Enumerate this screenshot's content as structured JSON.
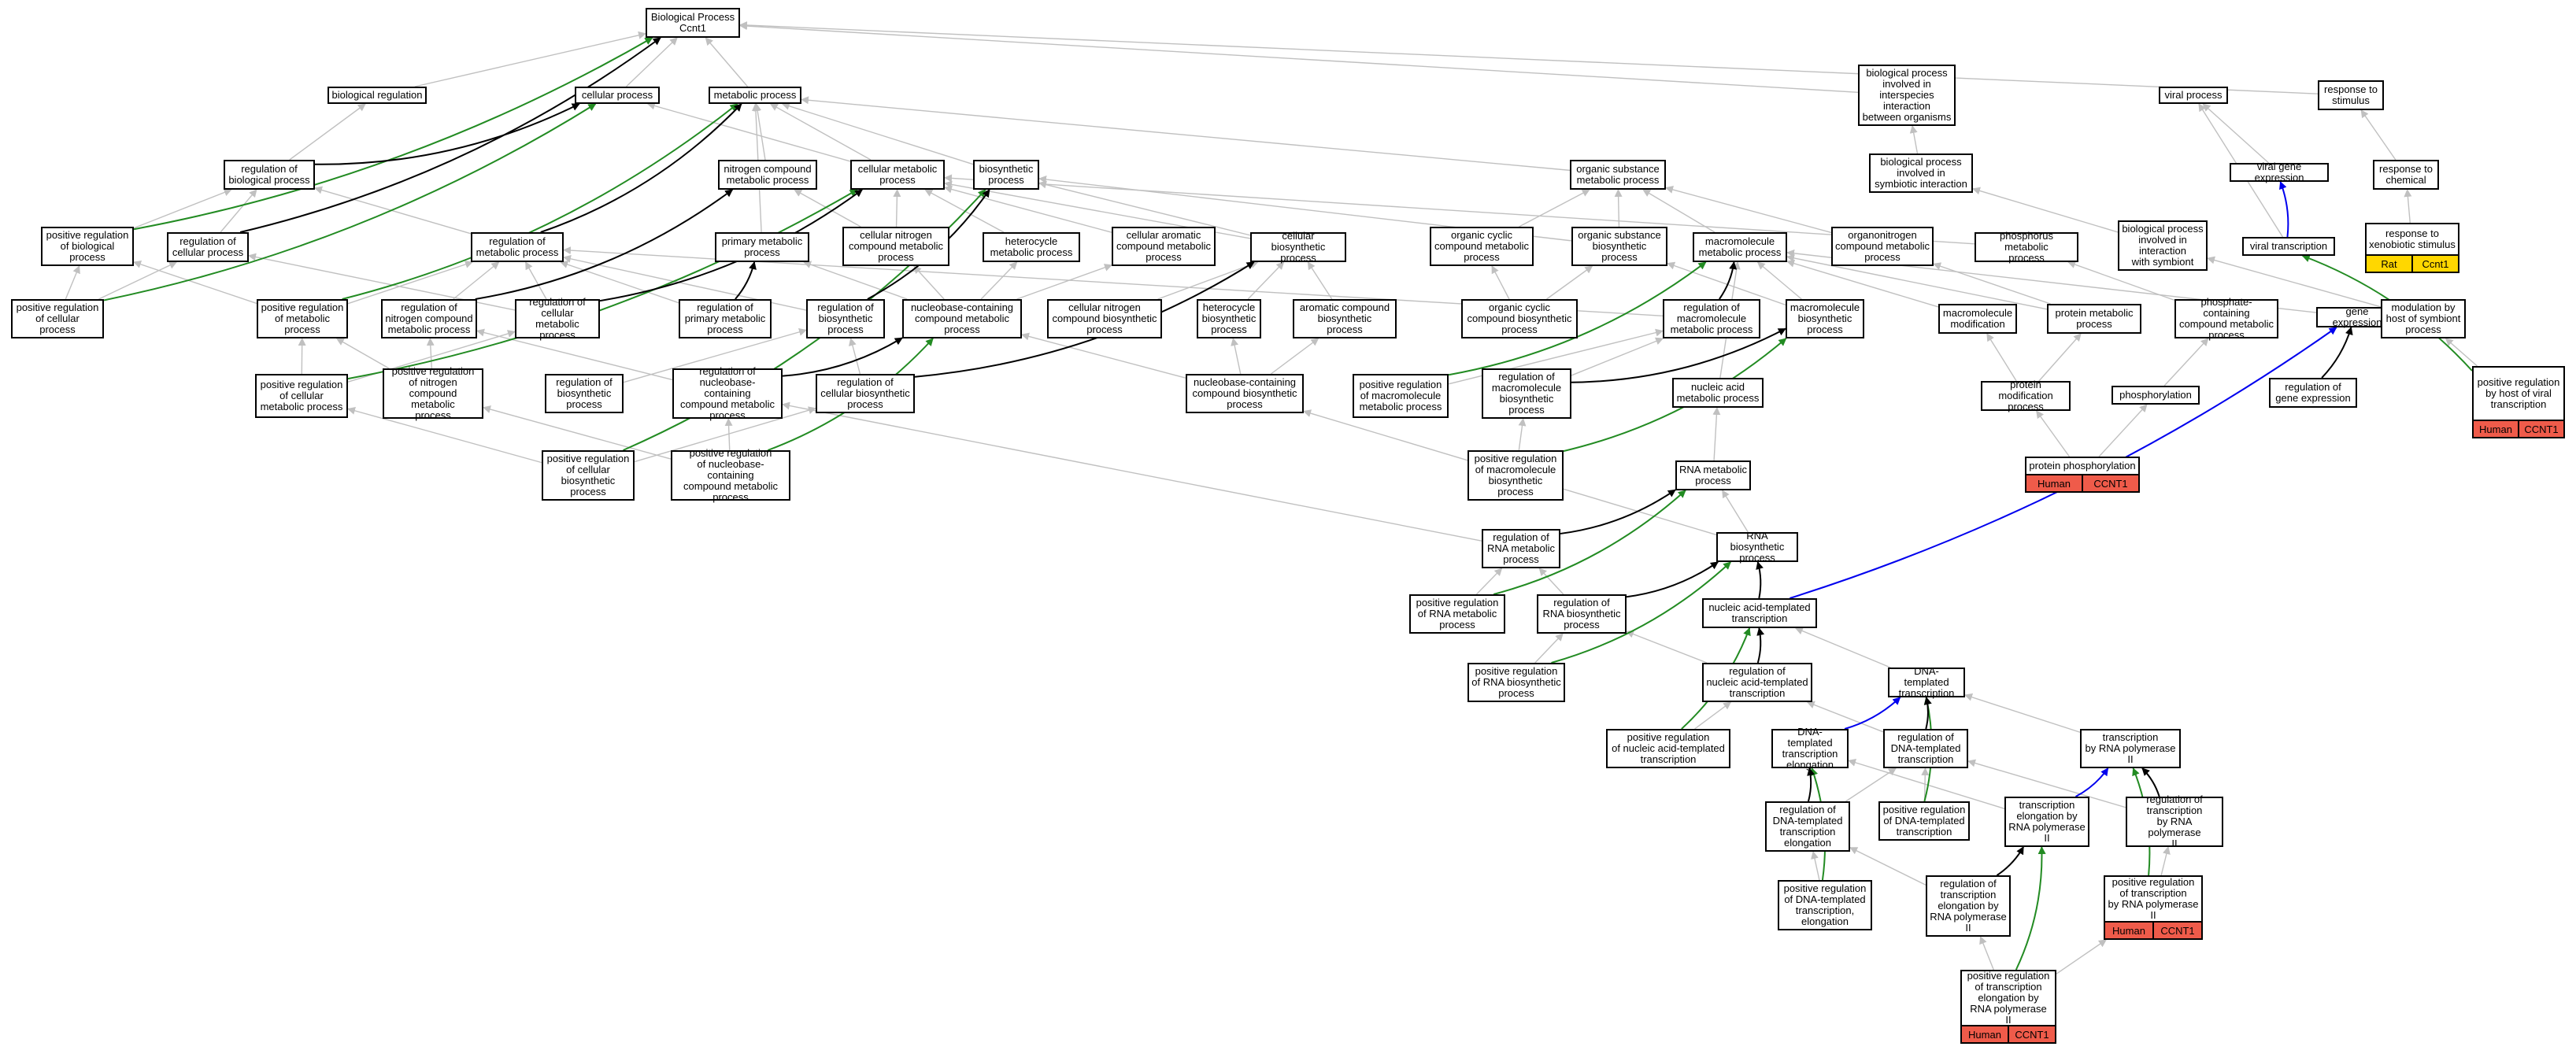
{
  "colors": {
    "gray": "#c0c0c0",
    "black": "#000000",
    "green": "#228b22",
    "blue": "#0000ee",
    "human": "#ef5b4a",
    "rat": "#ffd700"
  },
  "nodes": {
    "root": "Biological Process\nCcnt1",
    "bioreg": "biological regulation",
    "cellproc": "cellular process",
    "metproc": "metabolic process",
    "interspecies": "biological process\ninvolved in\ninterspecies\ninteraction\nbetween organisms",
    "viral": "viral process",
    "stimulus": "response to\nstimulus",
    "regbio": "regulation of\nbiological process",
    "nitrogen": "nitrogen compound\nmetabolic process",
    "cellmet": "cellular metabolic\nprocess",
    "biosyn": "biosynthetic\nprocess",
    "orgsub": "organic substance\nmetabolic process",
    "symbiotic": "biological process\ninvolved in\nsymbiotic interaction",
    "viralgene": "viral gene expression",
    "chemical": "response to\nchemical",
    "posregbio": "positive regulation\nof biological\nprocess",
    "regcell": "regulation of\ncellular process",
    "regmet": "regulation of\nmetabolic process",
    "primary": "primary metabolic\nprocess",
    "cellnitro": "cellular nitrogen\ncompound metabolic\nprocess",
    "heteromet": "heterocycle\nmetabolic process",
    "cellarom": "cellular aromatic\ncompound metabolic\nprocess",
    "cellbio": "cellular biosynthetic\nprocess",
    "orgcyclic": "organic cyclic\ncompound metabolic\nprocess",
    "orgbio": "organic substance\nbiosynthetic\nprocess",
    "macromet": "macromolecule\nmetabolic process",
    "organonit": "organonitrogen\ncompound metabolic\nprocess",
    "phosmet": "phosphorus metabolic\nprocess",
    "withsymb": "biological process\ninvolved in\ninteraction\nwith symbiont",
    "viraltx": "viral transcription",
    "xeno": "response to\nxenobiotic stimulus",
    "posregcell": "positive regulation\nof cellular\nprocess",
    "posregmet": "positive regulation\nof metabolic\nprocess",
    "regnitro": "regulation of\nnitrogen compound\nmetabolic process",
    "regcellmet": "regulation of\ncellular metabolic\nprocess",
    "regprim": "regulation of\nprimary metabolic\nprocess",
    "regbiosyn": "regulation of\nbiosynthetic\nprocess",
    "nucmet": "nucleobase-containing\ncompound metabolic\nprocess",
    "cellnitrobio": "cellular nitrogen\ncompound biosynthetic\nprocess",
    "heterobio": "heterocycle\nbiosynthetic\nprocess",
    "arombio": "aromatic compound\nbiosynthetic\nprocess",
    "orgcyclicbio": "organic cyclic\ncompound biosynthetic\nprocess",
    "regmacromet": "regulation of\nmacromolecule\nmetabolic process",
    "macrobio": "macromolecule\nbiosynthetic\nprocess",
    "macromod": "macromolecule\nmodification",
    "protmet": "protein metabolic\nprocess",
    "phoscont": "phosphate-containing\ncompound metabolic\nprocess",
    "geneexp": "gene expression",
    "modsymb": "modulation by\nhost of symbiont\nprocess",
    "posregcellmet": "positive regulation\nof cellular\nmetabolic process",
    "posregnitro": "positive regulation\nof nitrogen\ncompound metabolic\nprocess",
    "regbiosynth": "regulation of\nbiosynthetic\nprocess",
    "regnucmet": "regulation of\nnucleobase-containing\ncompound metabolic\nprocess",
    "regcellbio": "regulation of\ncellular biosynthetic\nprocess",
    "nucbio": "nucleobase-containing\ncompound biosynthetic\nprocess",
    "posregmacromet": "positive regulation\nof macromolecule\nmetabolic process",
    "regmacrobio": "regulation of\nmacromolecule\nbiosynthetic\nprocess",
    "nucacid": "nucleic acid\nmetabolic process",
    "protmod": "protein modification\nprocess",
    "phosph": "phosphorylation",
    "reggene": "regulation of\ngene expression",
    "posviral": "positive regulation\nby host of viral\ntranscription",
    "posregcellbio": "positive regulation\nof cellular\nbiosynthetic\nprocess",
    "posregnuc": "positive regulation\nof nucleobase-containing\ncompound metabolic\nprocess",
    "posregmacrobio": "positive regulation\nof macromolecule\nbiosynthetic\nprocess",
    "rnamet": "RNA metabolic\nprocess",
    "protphos": "protein phosphorylation",
    "regrnamet": "regulation of\nRNA metabolic\nprocess",
    "rnabio": "RNA biosynthetic\nprocess",
    "posregrnamet": "positive regulation\nof RNA metabolic\nprocess",
    "regrnabio": "regulation of\nRNA biosynthetic\nprocess",
    "nucacidtx": "nucleic acid-templated\ntranscription",
    "posregrnabio": "positive regulation\nof RNA biosynthetic\nprocess",
    "regnucacidtx": "regulation of\nnucleic acid-templated\ntranscription",
    "dnatx": "DNA-templated\ntranscription",
    "posregnucacidtx": "positive regulation\nof nucleic acid-templated\ntranscription",
    "dnaelong": "DNA-templated\ntranscription\nelongation",
    "regdnatx": "regulation of\nDNA-templated\ntranscription",
    "txpol2": "transcription\nby RNA polymerase\nII",
    "regdnaelong": "regulation of\nDNA-templated\ntranscription\nelongation",
    "posregdnatx": "positive regulation\nof DNA-templated\ntranscription",
    "elongpol2": "transcription\nelongation by\nRNA polymerase\nII",
    "regtxpol2": "regulation of\ntranscription\nby RNA polymerase\nII",
    "posregdnaelong": "positive regulation\nof DNA-templated\ntranscription,\nelongation",
    "regelongpol2": "regulation of\ntranscription\nelongation by\nRNA polymerase\nII",
    "posregtxpol2": "positive regulation\nof transcription\nby RNA polymerase\nII",
    "posregelongpol2": "positive regulation\nof transcription\nelongation by\nRNA polymerase\nII"
  },
  "tags": {
    "xeno": [
      {
        "label": "Rat",
        "color": "rat"
      },
      {
        "label": "Ccnt1",
        "color": "rat"
      }
    ],
    "posviral": [
      {
        "label": "Human",
        "color": "human"
      },
      {
        "label": "CCNT1",
        "color": "human"
      }
    ],
    "protphos": [
      {
        "label": "Human",
        "color": "human"
      },
      {
        "label": "CCNT1",
        "color": "human"
      }
    ],
    "posregtxpol2": [
      {
        "label": "Human",
        "color": "human"
      },
      {
        "label": "CCNT1",
        "color": "human"
      }
    ],
    "posregelongpol2": [
      {
        "label": "Human",
        "color": "human"
      },
      {
        "label": "CCNT1",
        "color": "human"
      }
    ]
  },
  "edges": [
    [
      "bioreg",
      "root",
      "gray"
    ],
    [
      "cellproc",
      "root",
      "gray"
    ],
    [
      "metproc",
      "root",
      "gray"
    ],
    [
      "interspecies",
      "root",
      "gray"
    ],
    [
      "stimulus",
      "root",
      "gray"
    ],
    [
      "posregbio",
      "root",
      "green"
    ],
    [
      "regcell",
      "root",
      "black"
    ],
    [
      "regbio",
      "bioreg",
      "gray"
    ],
    [
      "regbio",
      "cellproc",
      "black"
    ],
    [
      "nitrogen",
      "metproc",
      "gray"
    ],
    [
      "cellmet",
      "metproc",
      "gray"
    ],
    [
      "cellmet",
      "cellproc",
      "gray"
    ],
    [
      "biosyn",
      "metproc",
      "gray"
    ],
    [
      "orgsub",
      "metproc",
      "gray"
    ],
    [
      "symbiotic",
      "interspecies",
      "gray"
    ],
    [
      "viralgene",
      "viral",
      "gray"
    ],
    [
      "chemical",
      "stimulus",
      "gray"
    ],
    [
      "posregbio",
      "regbio",
      "gray"
    ],
    [
      "regcell",
      "regbio",
      "gray"
    ],
    [
      "regmet",
      "metproc",
      "black"
    ],
    [
      "regmet",
      "regbio",
      "gray"
    ],
    [
      "primary",
      "metproc",
      "gray"
    ],
    [
      "cellnitro",
      "nitrogen",
      "gray"
    ],
    [
      "cellnitro",
      "cellmet",
      "gray"
    ],
    [
      "heteromet",
      "cellmet",
      "gray"
    ],
    [
      "cellarom",
      "cellmet",
      "gray"
    ],
    [
      "cellbio",
      "biosyn",
      "gray"
    ],
    [
      "cellbio",
      "cellmet",
      "gray"
    ],
    [
      "orgcyclic",
      "orgsub",
      "gray"
    ],
    [
      "orgbio",
      "orgsub",
      "gray"
    ],
    [
      "orgbio",
      "biosyn",
      "gray"
    ],
    [
      "macromet",
      "orgsub",
      "gray"
    ],
    [
      "organonit",
      "orgsub",
      "gray"
    ],
    [
      "phosmet",
      "cellmet",
      "gray"
    ],
    [
      "withsymb",
      "symbiotic",
      "gray"
    ],
    [
      "viraltx",
      "viralgene",
      "blue"
    ],
    [
      "viraltx",
      "viral",
      "gray"
    ],
    [
      "xeno",
      "chemical",
      "gray"
    ],
    [
      "posregcell",
      "posregbio",
      "gray"
    ],
    [
      "posregcell",
      "regcell",
      "gray"
    ],
    [
      "posregcell",
      "cellproc",
      "green"
    ],
    [
      "posregmet",
      "regmet",
      "gray"
    ],
    [
      "posregmet",
      "posregbio",
      "gray"
    ],
    [
      "posregmet",
      "metproc",
      "green"
    ],
    [
      "regnitro",
      "regmet",
      "gray"
    ],
    [
      "regnitro",
      "nitrogen",
      "black"
    ],
    [
      "regcellmet",
      "regmet",
      "gray"
    ],
    [
      "regcellmet",
      "regcell",
      "gray"
    ],
    [
      "regcellmet",
      "cellmet",
      "black"
    ],
    [
      "regprim",
      "primary",
      "black"
    ],
    [
      "regprim",
      "regmet",
      "gray"
    ],
    [
      "regbiosyn",
      "biosyn",
      "black"
    ],
    [
      "regbiosyn",
      "regmet",
      "gray"
    ],
    [
      "nucmet",
      "cellnitro",
      "gray"
    ],
    [
      "nucmet",
      "heteromet",
      "gray"
    ],
    [
      "nucmet",
      "cellarom",
      "gray"
    ],
    [
      "nucmet",
      "primary",
      "gray"
    ],
    [
      "cellnitrobio",
      "cellbio",
      "gray"
    ],
    [
      "heterobio",
      "cellbio",
      "gray"
    ],
    [
      "arombio",
      "cellbio",
      "gray"
    ],
    [
      "orgcyclicbio",
      "orgcyclic",
      "gray"
    ],
    [
      "orgcyclicbio",
      "orgbio",
      "gray"
    ],
    [
      "regmacromet",
      "macromet",
      "black"
    ],
    [
      "regmacromet",
      "regmet",
      "gray"
    ],
    [
      "macrobio",
      "macromet",
      "gray"
    ],
    [
      "macrobio",
      "orgbio",
      "gray"
    ],
    [
      "macromod",
      "macromet",
      "gray"
    ],
    [
      "protmet",
      "macromet",
      "gray"
    ],
    [
      "protmet",
      "organonit",
      "gray"
    ],
    [
      "phoscont",
      "phosmet",
      "gray"
    ],
    [
      "geneexp",
      "macromet",
      "gray"
    ],
    [
      "modsymb",
      "withsymb",
      "gray"
    ],
    [
      "posregcellmet",
      "posregmet",
      "gray"
    ],
    [
      "posregcellmet",
      "regcellmet",
      "gray"
    ],
    [
      "posregcellmet",
      "cellmet",
      "green"
    ],
    [
      "posregnitro",
      "regnitro",
      "gray"
    ],
    [
      "posregnitro",
      "posregmet",
      "gray"
    ],
    [
      "regbiosynth",
      "regbiosyn",
      "gray"
    ],
    [
      "regnucmet",
      "nucmet",
      "black"
    ],
    [
      "regnucmet",
      "regnitro",
      "gray"
    ],
    [
      "regcellbio",
      "cellbio",
      "black"
    ],
    [
      "regcellbio",
      "regbiosyn",
      "gray"
    ],
    [
      "nucbio",
      "nucmet",
      "gray"
    ],
    [
      "nucbio",
      "heterobio",
      "gray"
    ],
    [
      "nucbio",
      "arombio",
      "gray"
    ],
    [
      "posregmacromet",
      "regmacromet",
      "gray"
    ],
    [
      "posregmacromet",
      "macromet",
      "green"
    ],
    [
      "regmacrobio",
      "macrobio",
      "black"
    ],
    [
      "regmacrobio",
      "regmacromet",
      "gray"
    ],
    [
      "nucacid",
      "macromet",
      "gray"
    ],
    [
      "protmod",
      "protmet",
      "gray"
    ],
    [
      "protmod",
      "macromod",
      "gray"
    ],
    [
      "phosph",
      "phoscont",
      "gray"
    ],
    [
      "reggene",
      "geneexp",
      "black"
    ],
    [
      "posviral",
      "modsymb",
      "gray"
    ],
    [
      "posviral",
      "viraltx",
      "green"
    ],
    [
      "posregcellbio",
      "posregcellmet",
      "gray"
    ],
    [
      "posregcellbio",
      "regcellbio",
      "gray"
    ],
    [
      "posregcellbio",
      "biosyn",
      "green"
    ],
    [
      "posregnuc",
      "regnucmet",
      "gray"
    ],
    [
      "posregnuc",
      "posregnitro",
      "gray"
    ],
    [
      "posregnuc",
      "nucmet",
      "green"
    ],
    [
      "posregmacrobio",
      "regmacrobio",
      "gray"
    ],
    [
      "posregmacrobio",
      "macrobio",
      "green"
    ],
    [
      "rnamet",
      "nucacid",
      "gray"
    ],
    [
      "protphos",
      "protmod",
      "gray"
    ],
    [
      "protphos",
      "phosph",
      "gray"
    ],
    [
      "regrnamet",
      "rnamet",
      "black"
    ],
    [
      "regrnamet",
      "regnucmet",
      "gray"
    ],
    [
      "rnabio",
      "rnamet",
      "gray"
    ],
    [
      "rnabio",
      "nucbio",
      "gray"
    ],
    [
      "posregrnamet",
      "regrnamet",
      "gray"
    ],
    [
      "posregrnamet",
      "rnamet",
      "green"
    ],
    [
      "regrnabio",
      "rnabio",
      "black"
    ],
    [
      "regrnabio",
      "regrnamet",
      "gray"
    ],
    [
      "nucacidtx",
      "rnabio",
      "black"
    ],
    [
      "nucacidtx",
      "geneexp",
      "blue"
    ],
    [
      "posregrnabio",
      "regrnabio",
      "gray"
    ],
    [
      "posregrnabio",
      "rnabio",
      "green"
    ],
    [
      "regnucacidtx",
      "nucacidtx",
      "black"
    ],
    [
      "regnucacidtx",
      "regrnabio",
      "gray"
    ],
    [
      "dnatx",
      "nucacidtx",
      "gray"
    ],
    [
      "posregnucacidtx",
      "regnucacidtx",
      "gray"
    ],
    [
      "posregnucacidtx",
      "nucacidtx",
      "green"
    ],
    [
      "dnaelong",
      "dnatx",
      "blue"
    ],
    [
      "regdnatx",
      "dnatx",
      "black"
    ],
    [
      "regdnatx",
      "regnucacidtx",
      "gray"
    ],
    [
      "txpol2",
      "dnatx",
      "gray"
    ],
    [
      "regdnaelong",
      "dnaelong",
      "black"
    ],
    [
      "regdnaelong",
      "regdnatx",
      "gray"
    ],
    [
      "posregdnatx",
      "regdnatx",
      "gray"
    ],
    [
      "posregdnatx",
      "dnatx",
      "green"
    ],
    [
      "elongpol2",
      "txpol2",
      "blue"
    ],
    [
      "elongpol2",
      "dnaelong",
      "gray"
    ],
    [
      "regtxpol2",
      "txpol2",
      "black"
    ],
    [
      "regtxpol2",
      "regdnatx",
      "gray"
    ],
    [
      "posregdnaelong",
      "regdnaelong",
      "gray"
    ],
    [
      "posregdnaelong",
      "dnaelong",
      "green"
    ],
    [
      "regelongpol2",
      "elongpol2",
      "black"
    ],
    [
      "regelongpol2",
      "regdnaelong",
      "gray"
    ],
    [
      "posregtxpol2",
      "regtxpol2",
      "gray"
    ],
    [
      "posregtxpol2",
      "txpol2",
      "green"
    ],
    [
      "posregelongpol2",
      "regelongpol2",
      "gray"
    ],
    [
      "posregelongpol2",
      "elongpol2",
      "green"
    ],
    [
      "posregelongpol2",
      "posregtxpol2",
      "gray"
    ]
  ]
}
